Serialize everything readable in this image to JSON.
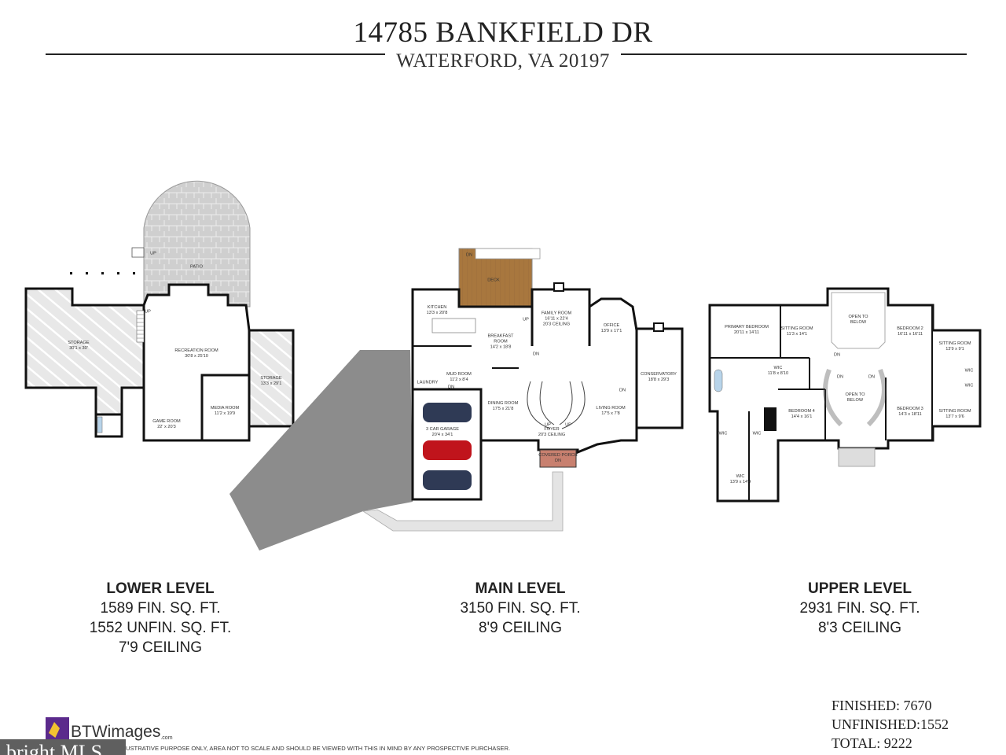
{
  "header": {
    "title": "14785 BANKFIELD DR",
    "subtitle": "WATERFORD, VA 20197"
  },
  "lower_level": {
    "heading": "LOWER LEVEL",
    "finished": "1589 FIN. SQ. FT.",
    "unfinished": "1552 UNFIN. SQ. FT.",
    "ceiling": "7'9 CEILING",
    "rooms": [
      {
        "name": "PATIO",
        "size": ""
      },
      {
        "name": "STORAGE",
        "size": "30'1 x 30'"
      },
      {
        "name": "RECREATION ROOM",
        "size": "30'8 x 25'10"
      },
      {
        "name": "STORAGE",
        "size": "13'3 x 29'1"
      },
      {
        "name": "MEDIA ROOM",
        "size": "11'2 x 19'9"
      },
      {
        "name": "GAME ROOM",
        "size": "22' x 20'3"
      }
    ],
    "stairs": [
      "UP",
      "UP"
    ]
  },
  "main_level": {
    "heading": "MAIN LEVEL",
    "finished": "3150 FIN. SQ. FT.",
    "ceiling": "8'9 CEILING",
    "rooms": [
      {
        "name": "DECK",
        "size": ""
      },
      {
        "name": "KITCHEN",
        "size": "13'3 x 20'8"
      },
      {
        "name": "FAMILY ROOM",
        "size": "16'11 x 22'4",
        "extra": "20'3 CEILING"
      },
      {
        "name": "OFFICE",
        "size": "13'9 x 17'1"
      },
      {
        "name": "BREAKFAST ROOM",
        "size": "14'2 x 18'8"
      },
      {
        "name": "CONSERVATORY",
        "size": "18'8 x 29'3"
      },
      {
        "name": "MUD ROOM",
        "size": "11'2 x 8'4"
      },
      {
        "name": "LAUNDRY",
        "size": ""
      },
      {
        "name": "DINING ROOM",
        "size": "17'5 x 21'8"
      },
      {
        "name": "LIVING ROOM",
        "size": "17'5 x 7'8"
      },
      {
        "name": "FOYER",
        "size": "20'3 CEILING"
      },
      {
        "name": "3 CAR GARAGE",
        "size": "20'4 x 34'1"
      },
      {
        "name": "COVERED PORCH",
        "size": "DN"
      }
    ],
    "stairs": [
      "DN",
      "UP",
      "DN",
      "UP",
      "UP",
      "DN",
      "DN"
    ]
  },
  "upper_level": {
    "heading": "UPPER LEVEL",
    "finished": "2931 FIN. SQ. FT.",
    "ceiling": "8'3 CEILING",
    "rooms": [
      {
        "name": "PRIMARY BEDROOM",
        "size": "20'11 x 14'11"
      },
      {
        "name": "SITTING ROOM",
        "size": "11'3 x 14'1"
      },
      {
        "name": "OPEN TO BELOW",
        "size": ""
      },
      {
        "name": "BEDROOM 2",
        "size": "16'11 x 16'11"
      },
      {
        "name": "SITTING ROOM",
        "size": "13'9 x 9'1"
      },
      {
        "name": "WIC",
        "size": "11'8 x 8'10"
      },
      {
        "name": "WIC",
        "size": ""
      },
      {
        "name": "WIC",
        "size": ""
      },
      {
        "name": "OPEN TO BELOW",
        "size": ""
      },
      {
        "name": "BEDROOM 4",
        "size": "14'4 x 16'1"
      },
      {
        "name": "BEDROOM 3",
        "size": "14'3 x 18'11"
      },
      {
        "name": "SITTING ROOM",
        "size": "13'7 x 9'6"
      },
      {
        "name": "WIC",
        "size": ""
      },
      {
        "name": "WIC",
        "size": ""
      },
      {
        "name": "WIC",
        "size": "13'9 x 14'4"
      }
    ],
    "stairs": [
      "DN",
      "DN",
      "DN"
    ]
  },
  "totals": {
    "finished": "FINISHED: 7670",
    "unfinished": "UNFINISHED:1552",
    "total": "TOTAL: 9222"
  },
  "branding": {
    "btw": "BTWimages",
    "btw_suffix": ".com",
    "bright": "bright MLS"
  },
  "disclaimer": "USTRATIVE PURPOSE ONLY, AREA NOT TO SCALE AND SHOULD BE VIEWED WITH THIS IN MIND BY ANY PROSPECTIVE PURCHASER.",
  "colors": {
    "wall": "#111111",
    "storage_fill": "#e6e6e6",
    "patio": "#cfcfcf",
    "deck": "#a8773e",
    "porch": "#c8806f",
    "driveway": "#8c8c8c",
    "car_blue": "#2f3a55",
    "car_red": "#c0141c"
  }
}
